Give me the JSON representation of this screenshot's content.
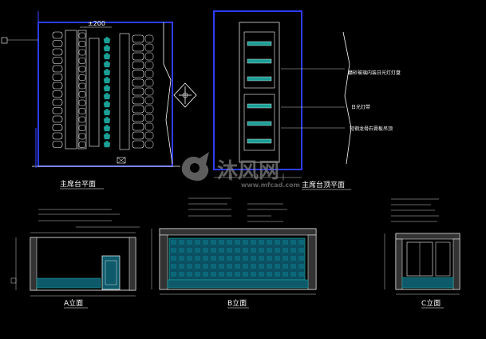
{
  "titles": {
    "plan": "主席台平面",
    "ceiling": "主席台顶平面",
    "elev_a": "A立面",
    "elev_b": "B立面",
    "elev_c": "C立面"
  },
  "plan": {
    "dim_top": "±200"
  },
  "ceiling": {
    "notes": [
      "磨砂玻璃内装日光灯灯盘",
      "日光灯带",
      "轻钢龙骨石膏板吊顶"
    ]
  },
  "watermark": {
    "text": "沐风网",
    "url": "www.mfcad.com"
  },
  "colors": {
    "blueprint": "#2e3df7",
    "accent": "#1b9e96",
    "line": "#ffffff"
  }
}
